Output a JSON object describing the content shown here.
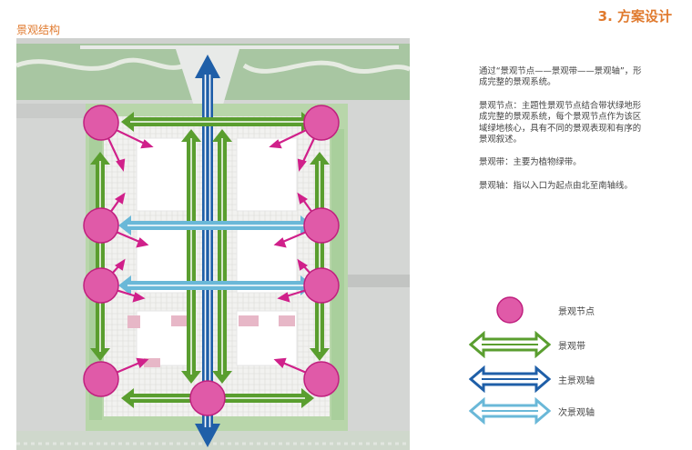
{
  "header": {
    "section_label": "景观结构",
    "page_title": "3. 方案设计"
  },
  "description": {
    "intro": "通过“景观节点——景观带——景观轴”，形成完整的景观系统。",
    "node": "景观节点：主题性景观节点结合带状绿地形成完整的景观系统，每个景观节点作为该区域绿地核心，具有不同的景观表现和有序的景观叙述。",
    "belt": "景观带：主要为植物绿带。",
    "axis": "景观轴：指以入口为起点由北至南轴线。"
  },
  "legend": [
    {
      "label": "景观节点",
      "symbol": "node-circle",
      "color": "#e05aa8"
    },
    {
      "label": "景观带",
      "symbol": "double-arrow-outline",
      "color": "#5a9e2f"
    },
    {
      "label": "主景观轴",
      "symbol": "double-arrow-outline",
      "color": "#1f5fa8"
    },
    {
      "label": "次景观轴",
      "symbol": "double-arrow-outline",
      "color": "#6ab8d8"
    }
  ],
  "colors": {
    "accent": "#e07a2e",
    "node": "#e05aa8",
    "belt": "#5a9e2f",
    "main_axis": "#1f5fa8",
    "secondary_axis": "#6ab8d8",
    "ray": "#d0208a"
  }
}
